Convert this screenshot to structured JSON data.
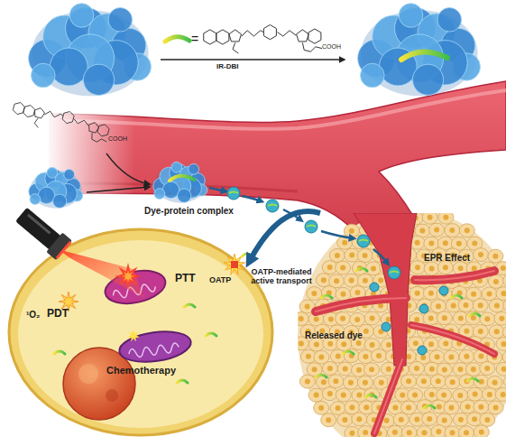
{
  "diagram": {
    "nodes": [
      {
        "text": [
          "Dye-protein complex"
        ]
      },
      {
        "text": [
          "EPR Effect"
        ]
      },
      {
        "text": [
          "PTT",
          "¹O₂",
          "PDT",
          "OATP",
          "Chemotherapy"
        ]
      }
    ],
    "edges": [
      {
        "from": 1,
        "to": 2,
        "arrow": "to",
        "label": "OATP-mediated active transport"
      }
    ],
    "labels": [
      "=",
      "IR-DBI",
      "COOH",
      "COOH",
      "Released dye"
    ]
  }
}
